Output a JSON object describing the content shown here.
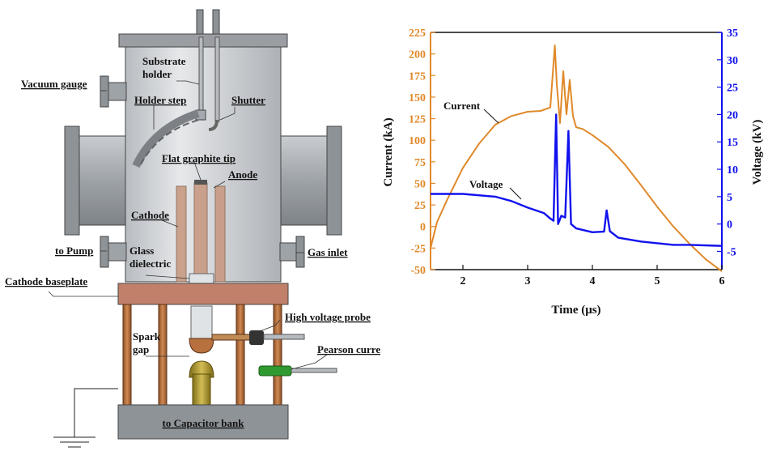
{
  "apparatus": {
    "labels": {
      "substrate_holder_line1": "Substrate",
      "substrate_holder_line2": "holder",
      "holder_step": "Holder step",
      "shutter": "Shutter",
      "vacuum_gauge": "Vacuum gauge",
      "flat_graphite_tip": "Flat graphite tip",
      "anode": "Anode",
      "cathode": "Cathode",
      "to_pump": "to Pump",
      "glass_line1": "Glass",
      "glass_line2": "dielectric",
      "gas_inlet": "Gas inlet",
      "cathode_baseplate": "Cathode baseplate",
      "high_voltage_probe": "High voltage probe",
      "spark_line1": "Spark",
      "spark_line2": "gap",
      "pearson_current_monitor": "Pearson current monitor",
      "to_capacitor_bank": "to Capacitor bank"
    },
    "colors": {
      "chamber": "#c9ccd0",
      "flange": "#9a9ea3",
      "copper": "#b8703f",
      "baseplate": "#c0806a",
      "brass": "#b39b32",
      "probe_green": "#2f9a2f"
    }
  },
  "chart_data": {
    "type": "line",
    "xlabel": "Time (μs)",
    "ylabel_left": "Current (kA)",
    "ylabel_right": "Voltage (kV)",
    "xlim": [
      1.5,
      6
    ],
    "ylim_left": [
      -50,
      225
    ],
    "ylim_right": [
      -8.33,
      35
    ],
    "x_ticks": [
      "2",
      "3",
      "4",
      "5",
      "6"
    ],
    "y_ticks_left": [
      "-50",
      "-25",
      "0",
      "25",
      "50",
      "75",
      "100",
      "125",
      "150",
      "175",
      "200",
      "225"
    ],
    "y_ticks_right": [
      "-5",
      "0",
      "5",
      "10",
      "15",
      "20",
      "25",
      "30",
      "35"
    ],
    "grid": false,
    "annotations": [
      {
        "text": "Current",
        "series": "Current"
      },
      {
        "text": "Voltage",
        "series": "Voltage"
      }
    ],
    "series": [
      {
        "name": "Current",
        "axis": "left",
        "color": "#e0892a",
        "x": [
          1.5,
          1.6,
          1.75,
          2.0,
          2.25,
          2.5,
          2.75,
          3.0,
          3.2,
          3.35,
          3.42,
          3.45,
          3.5,
          3.55,
          3.6,
          3.65,
          3.7,
          3.75,
          3.85,
          4.0,
          4.25,
          4.5,
          4.75,
          5.0,
          5.25,
          5.5,
          5.75,
          6.0
        ],
        "y": [
          -25,
          5,
          30,
          68,
          96,
          118,
          128,
          133,
          134,
          138,
          210,
          165,
          120,
          180,
          130,
          170,
          128,
          115,
          113,
          106,
          92,
          72,
          48,
          23,
          0,
          -20,
          -38,
          -52
        ]
      },
      {
        "name": "Voltage",
        "axis": "right",
        "color": "#1111ee",
        "x": [
          1.5,
          2.0,
          2.5,
          2.75,
          3.0,
          3.25,
          3.35,
          3.4,
          3.44,
          3.47,
          3.52,
          3.58,
          3.63,
          3.67,
          3.75,
          4.0,
          4.18,
          4.22,
          4.27,
          4.4,
          4.75,
          5.25,
          5.5,
          6.0
        ],
        "y": [
          5.5,
          5.5,
          5.0,
          4.2,
          3.0,
          2.0,
          1.0,
          0.6,
          20.0,
          0.0,
          1.5,
          1.2,
          17.0,
          0.0,
          -0.8,
          -1.5,
          -1.4,
          2.5,
          -1.3,
          -2.5,
          -3.2,
          -3.8,
          -3.8,
          -4.0
        ]
      }
    ]
  }
}
